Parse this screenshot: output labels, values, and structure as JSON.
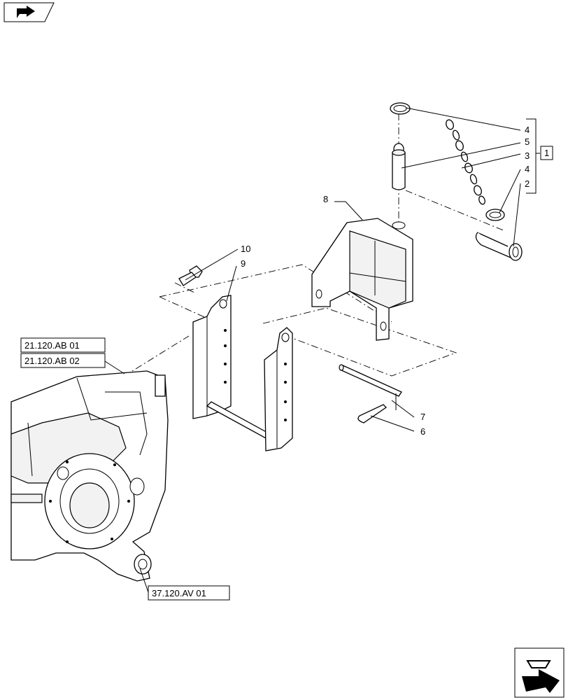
{
  "callouts": {
    "c10": "10",
    "c9": "9",
    "c8": "8",
    "c7": "7",
    "c6": "6",
    "c5": "5",
    "c4a": "4",
    "c3": "3",
    "c4b": "4",
    "c2": "2",
    "c1": "1"
  },
  "references": {
    "ref1": "21.120.AB 01",
    "ref2": "21.120.AB 02",
    "ref3": "37.120.AV 01"
  },
  "icons": {
    "top_left": "book-arrow-icon",
    "bottom_right": "next-page-arrow-icon"
  }
}
